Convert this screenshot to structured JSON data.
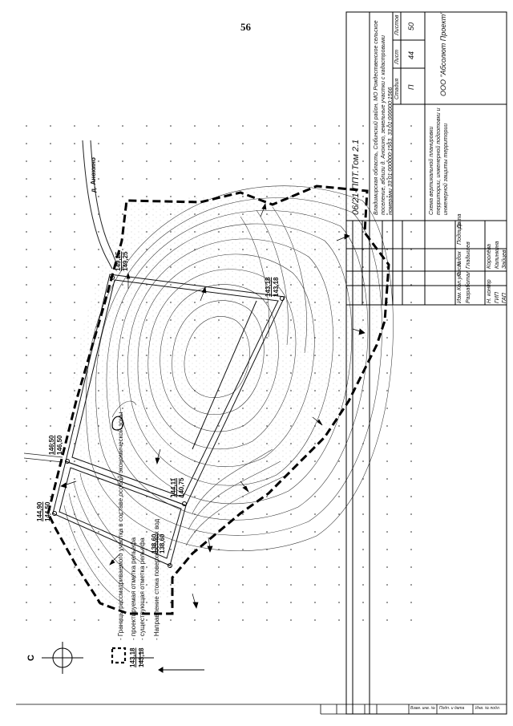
{
  "page": {
    "number": "56"
  },
  "compass": {
    "label": "С"
  },
  "map": {
    "village_label": "д. Анохино",
    "elevations": {
      "p1_design": "149,25",
      "p1_exist": "149,25",
      "p2_design": "143,18",
      "p2_exist": "143,18",
      "p3_design": "146,50",
      "p3_exist": "146,50",
      "p4_design": "144,90",
      "p4_exist": "144,50",
      "p5_design": "144,11",
      "p5_exist": "140,75",
      "p6_design": "138,60",
      "p6_exist": "138,60"
    }
  },
  "legend": {
    "boundary": "- Границы рассматриваемого участка в составе особой экономической зоны",
    "sample_design": "143,18",
    "sample_exist": "143,18",
    "design_mark": "- проектируемая отметка рельефа",
    "existing_mark": "- существующая отметка рельефа",
    "flow": "- Направление стока поверхностных вод"
  },
  "title_block": {
    "code": "06/21-ППТ.Том 2.1",
    "description": "Владимирская область, Собинский район, МО Рождественское сельское поселение, вблизи д. Анохино, земельные участки с кадастровыми номерами 33:01:000000:1563, 33:01:000000:1566",
    "sheet_title": "Схема вертикальной планировки территории, инженерной подготовки и инженерной защиты территории",
    "headers": {
      "change": "Изм.",
      "qty": "Кол.уч.",
      "sheet": "Лист",
      "doc": "№док",
      "sign": "Подпись",
      "date": "Дата"
    },
    "roles": {
      "developer": "Разработал",
      "gip": "ГИП",
      "norm": "Н. контр",
      "chief": "ГАП"
    },
    "names": {
      "developer": "Гладышев",
      "norm": "Королёва",
      "gip": "Калинкина",
      "chief": "Зайцев"
    },
    "stage_label": "Стадия",
    "sheet_label": "Лист",
    "sheets_label": "Листов",
    "stage": "П",
    "sheet": "44",
    "sheets": "50",
    "org": "ООО \"Абсолют Проект\""
  },
  "bottom_stamp": {
    "c1": "Взам. инв. №",
    "c2": "Подп. и дата",
    "c3": "Инв. № подл."
  }
}
